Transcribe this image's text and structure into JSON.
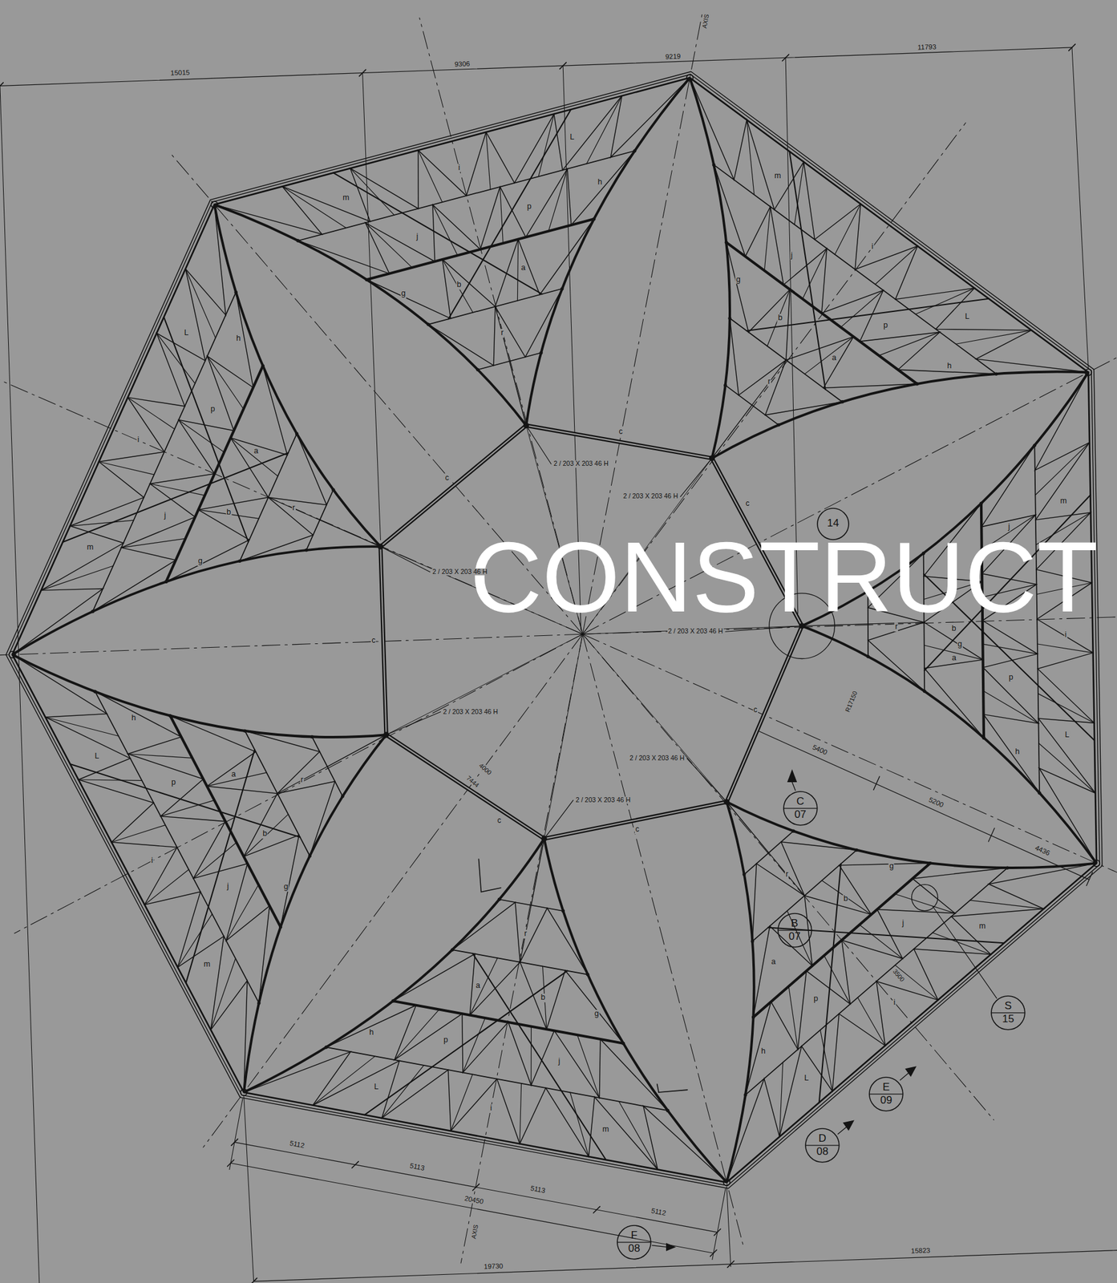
{
  "diagram": {
    "nodes": [
      {
        "text": [
          "14"
        ]
      },
      {
        "text": [
          "C",
          "07"
        ]
      },
      {
        "text": [
          "B",
          "07"
        ]
      },
      {
        "text": [
          "S",
          "15"
        ]
      },
      {
        "text": [
          "E",
          "09"
        ]
      },
      {
        "text": [
          "D",
          "08"
        ]
      },
      {
        "text": [
          "F",
          "08"
        ]
      }
    ],
    "labels": [
      "CONSTRUCT",
      "15015",
      "9306",
      "9219",
      "11793",
      "19730",
      "15823",
      "5112",
      "5113",
      "5113",
      "5112",
      "20450",
      "5400",
      "5200",
      "4436",
      "R17150",
      "3500",
      "4000",
      "7444",
      "AXIS",
      "AXIS",
      "2 / 203 X 203 46 H",
      "2 / 203 X 203 46 H",
      "2 / 203 X 203 46 H",
      "2 / 203 X 203 46 H",
      "2 / 203 X 203 46 H",
      "2 / 203 X 203 46 H",
      "2 / 203 X 203 46 H",
      "c",
      "c",
      "c",
      "c",
      "c",
      "c",
      "c",
      "m",
      "i",
      "L",
      "j",
      "p",
      "b",
      "a",
      "r",
      "h",
      "g",
      "m",
      "i",
      "L",
      "j",
      "p",
      "b",
      "a",
      "r",
      "h",
      "g",
      "m",
      "i",
      "L",
      "j",
      "p",
      "b",
      "a",
      "r",
      "h",
      "g",
      "m",
      "i",
      "L",
      "j",
      "p",
      "b",
      "a",
      "r",
      "h",
      "g",
      "m",
      "i",
      "L",
      "j",
      "p",
      "b",
      "a",
      "r",
      "h",
      "g",
      "m",
      "i",
      "L",
      "j",
      "p",
      "b",
      "a",
      "r",
      "h",
      "g",
      "m",
      "i",
      "L",
      "j",
      "p",
      "b",
      "a",
      "r",
      "h",
      "g"
    ]
  }
}
